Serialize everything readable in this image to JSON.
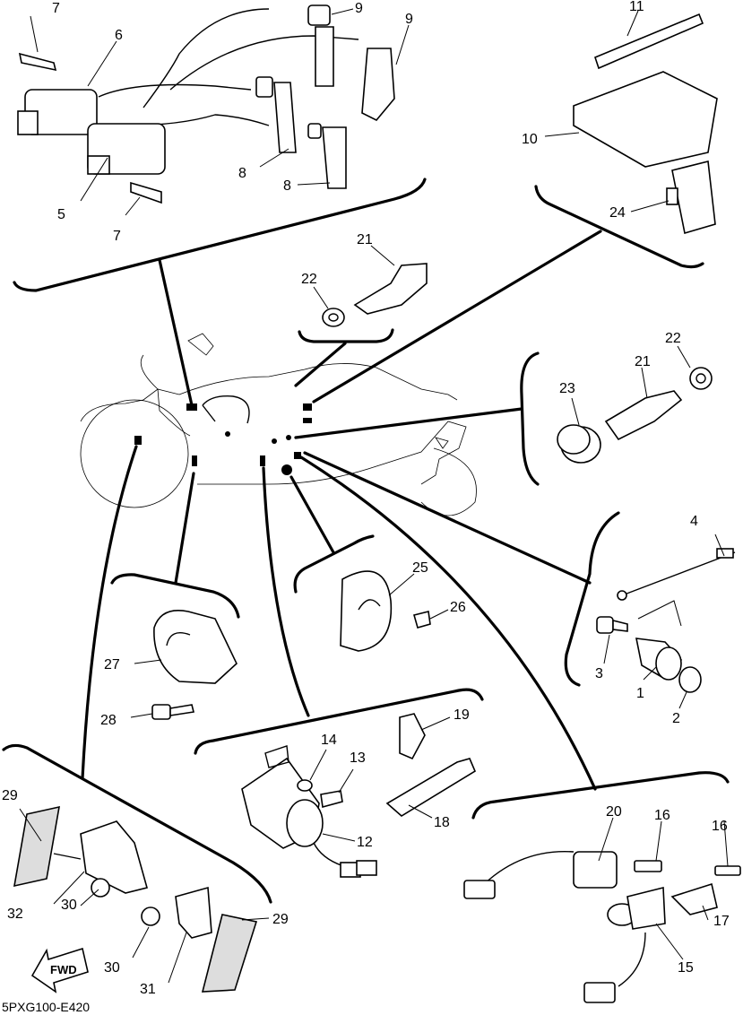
{
  "diagram": {
    "code": "5PXG100-E420",
    "fwd_label": "FWD",
    "callouts": [
      {
        "id": "c7a",
        "text": "7"
      },
      {
        "id": "c6",
        "text": "6"
      },
      {
        "id": "c9a",
        "text": "9"
      },
      {
        "id": "c9b",
        "text": "9"
      },
      {
        "id": "c5",
        "text": "5"
      },
      {
        "id": "c7b",
        "text": "7"
      },
      {
        "id": "c8a",
        "text": "8"
      },
      {
        "id": "c8b",
        "text": "8"
      },
      {
        "id": "c11",
        "text": "11"
      },
      {
        "id": "c10",
        "text": "10"
      },
      {
        "id": "c24",
        "text": "24"
      },
      {
        "id": "c21a",
        "text": "21"
      },
      {
        "id": "c22a",
        "text": "22"
      },
      {
        "id": "c22b",
        "text": "22"
      },
      {
        "id": "c21b",
        "text": "21"
      },
      {
        "id": "c23",
        "text": "23"
      },
      {
        "id": "c4",
        "text": "4"
      },
      {
        "id": "c3",
        "text": "3"
      },
      {
        "id": "c1",
        "text": "1"
      },
      {
        "id": "c2",
        "text": "2"
      },
      {
        "id": "c25",
        "text": "25"
      },
      {
        "id": "c26",
        "text": "26"
      },
      {
        "id": "c27",
        "text": "27"
      },
      {
        "id": "c28",
        "text": "28"
      },
      {
        "id": "c19",
        "text": "19"
      },
      {
        "id": "c14",
        "text": "14"
      },
      {
        "id": "c13",
        "text": "13"
      },
      {
        "id": "c18",
        "text": "18"
      },
      {
        "id": "c12",
        "text": "12"
      },
      {
        "id": "c20",
        "text": "20"
      },
      {
        "id": "c16a",
        "text": "16"
      },
      {
        "id": "c16b",
        "text": "16"
      },
      {
        "id": "c17",
        "text": "17"
      },
      {
        "id": "c15",
        "text": "15"
      },
      {
        "id": "c29a",
        "text": "29"
      },
      {
        "id": "c32",
        "text": "32"
      },
      {
        "id": "c30a",
        "text": "30"
      },
      {
        "id": "c30b",
        "text": "30"
      },
      {
        "id": "c31",
        "text": "31"
      },
      {
        "id": "c29b",
        "text": "29"
      }
    ]
  }
}
